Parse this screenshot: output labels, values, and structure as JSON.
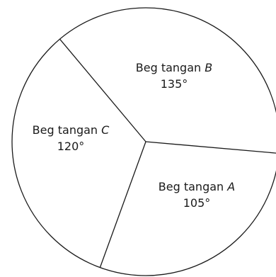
{
  "chart_data": {
    "type": "pie",
    "categories": [
      "Beg tangan A",
      "Beg tangan B",
      "Beg tangan C"
    ],
    "values": [
      105,
      135,
      120
    ],
    "unit": "°",
    "slices": [
      {
        "name": "Beg tangan A",
        "prefix": "Beg tangan ",
        "letter": "A",
        "angle_text": "105°",
        "value": 105
      },
      {
        "name": "Beg tangan B",
        "prefix": "Beg tangan ",
        "letter": "B",
        "angle_text": "135°",
        "value": 135
      },
      {
        "name": "Beg tangan C",
        "prefix": "Beg tangan ",
        "letter": "C",
        "angle_text": "120°",
        "value": 120
      }
    ],
    "title": "",
    "legend": "none",
    "stroke_color": "#1a1a1a",
    "fill_color": "#ffffff"
  }
}
